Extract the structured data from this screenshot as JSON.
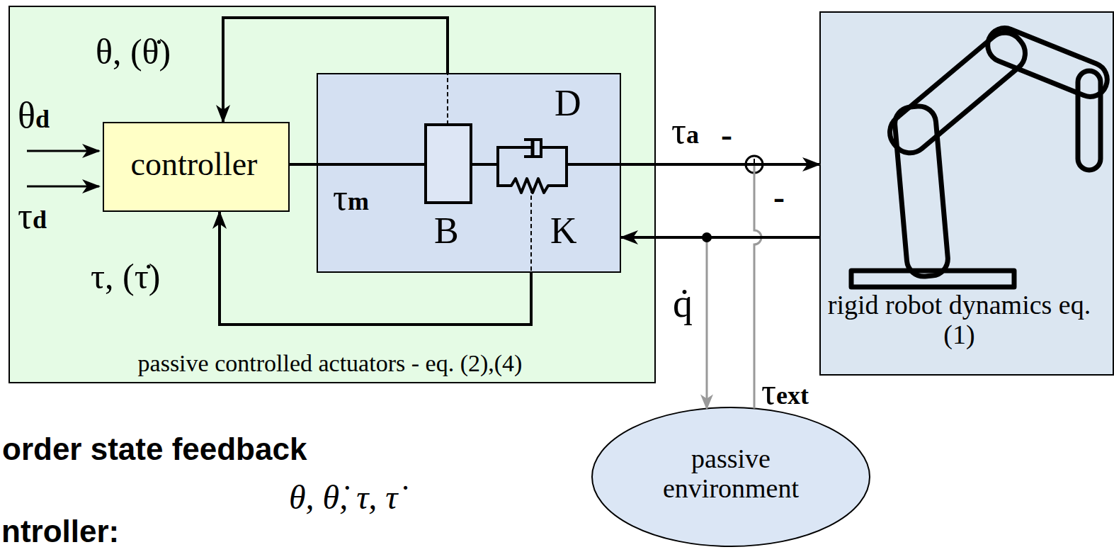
{
  "diagram": {
    "nodes": [
      {
        "text": [
          "passive controlled actuators - eq. (2),(4)"
        ]
      },
      {
        "text": [
          "controller"
        ],
        "in": 0
      },
      {
        "text": [
          "D",
          "B",
          "K"
        ],
        "in": 0
      },
      {
        "text": [
          "rigid robot dynamics eq.(1)"
        ]
      },
      {
        "text": [
          "passive environment"
        ]
      }
    ],
    "edges": [
      {
        "from": 1,
        "to": 2,
        "arrow": "none",
        "label": "τm"
      },
      {
        "from": 2,
        "to": 3,
        "arrow": "to",
        "label": "τa"
      },
      {
        "from": 3,
        "to": 2,
        "arrow": "to"
      },
      {
        "from": 3,
        "to": 4,
        "arrow": "to",
        "label": "q̇"
      },
      {
        "from": 4,
        "to": 3,
        "arrow": "to",
        "label": "τext"
      },
      {
        "from": 2,
        "to": 1,
        "arrow": "to",
        "label": "θ, (θ̇)"
      },
      {
        "from": 2,
        "to": 1,
        "arrow": "to",
        "label": "τ, (τ̇)"
      }
    ],
    "labels": [
      "θd",
      "τd",
      "-",
      "-",
      "order state feedback",
      "ntroller:",
      "θ, θ̇, τ, τ̇"
    ]
  }
}
